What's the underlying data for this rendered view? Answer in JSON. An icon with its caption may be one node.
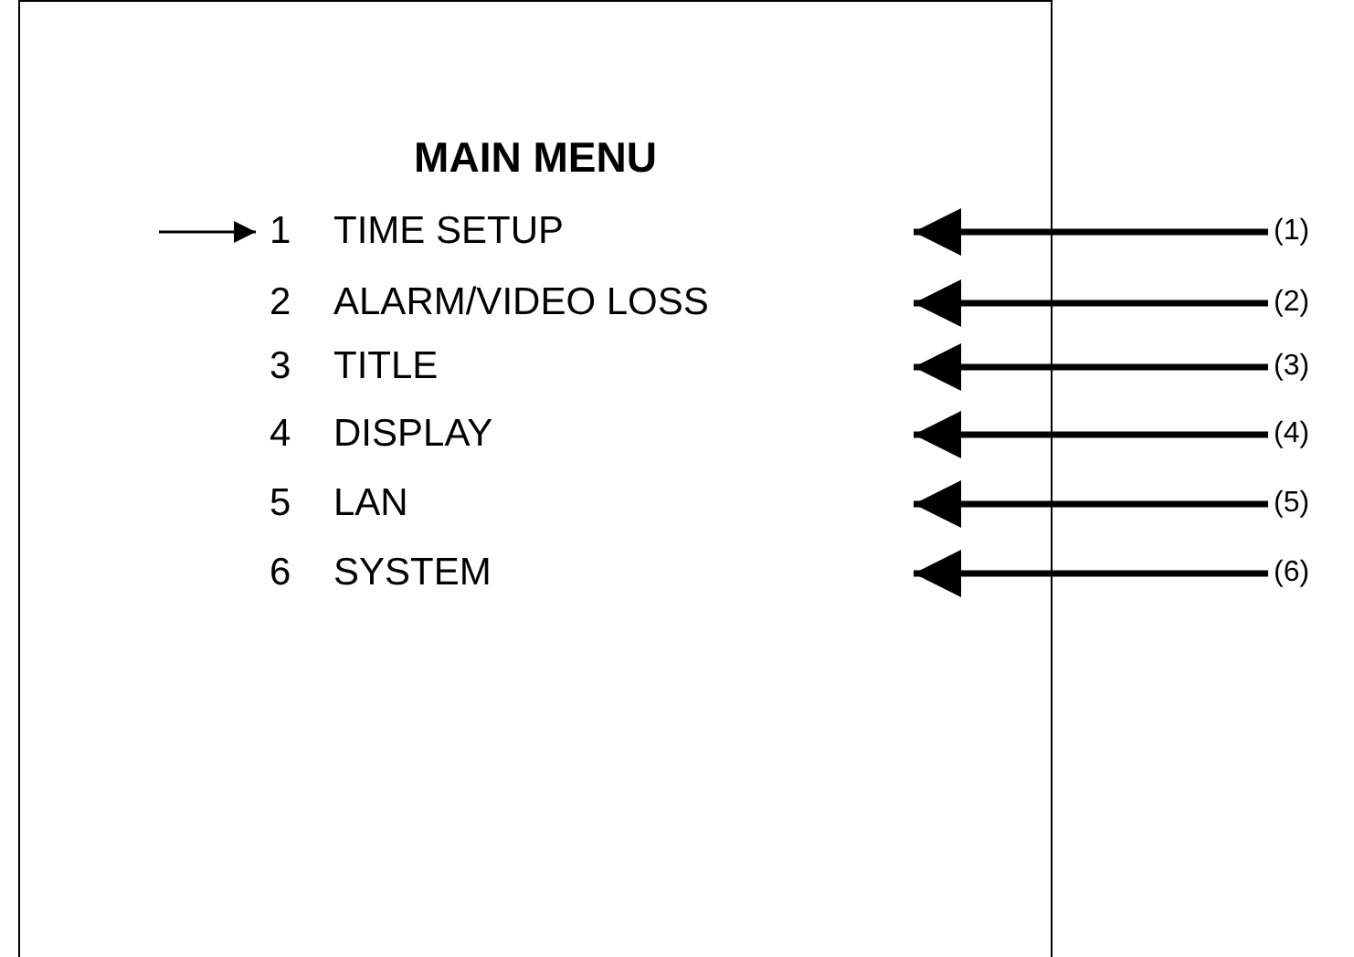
{
  "diagram": {
    "nodes": [
      {
        "text": [
          "MAIN MENU"
        ]
      },
      {
        "text": [
          "1",
          "TIME SETUP"
        ],
        "in": 0
      },
      {
        "text": [
          "2",
          "ALARM/VIDEO LOSS"
        ],
        "in": 0
      },
      {
        "text": [
          "3",
          "TITLE"
        ],
        "in": 0
      },
      {
        "text": [
          "4",
          "DISPLAY"
        ],
        "in": 0
      },
      {
        "text": [
          "5",
          "LAN"
        ],
        "in": 0
      },
      {
        "text": [
          "6",
          "SYSTEM"
        ],
        "in": 0
      },
      {
        "text": [
          "(1)"
        ]
      },
      {
        "text": [
          "(2)"
        ]
      },
      {
        "text": [
          "(3)"
        ]
      },
      {
        "text": [
          "(4)"
        ]
      },
      {
        "text": [
          "(5)"
        ]
      },
      {
        "text": [
          "(6)"
        ]
      }
    ],
    "edges": [
      {
        "from": null,
        "to": 1,
        "arrow": "to"
      },
      {
        "from": 7,
        "to": null,
        "arrow": "to"
      },
      {
        "from": 8,
        "to": null,
        "arrow": "to"
      },
      {
        "from": 9,
        "to": null,
        "arrow": "to"
      },
      {
        "from": 10,
        "to": null,
        "arrow": "to"
      },
      {
        "from": 11,
        "to": null,
        "arrow": "to"
      },
      {
        "from": 12,
        "to": null,
        "arrow": "to"
      }
    ]
  }
}
